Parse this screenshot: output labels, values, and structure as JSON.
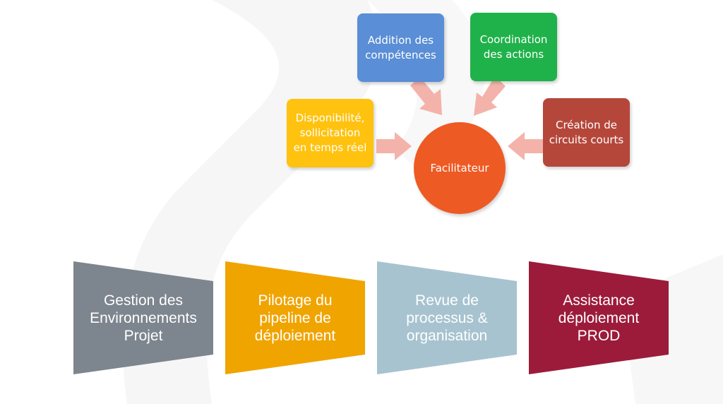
{
  "hub": {
    "label": "Facilitateur",
    "color": "#ee5a24"
  },
  "satellites": [
    {
      "label": "Addition des\ncompétences",
      "color": "#5a8ed6"
    },
    {
      "label": "Coordination\ndes actions",
      "color": "#1fb24a"
    },
    {
      "label": "Disponibilité,\nsollicitation\nen temps réel",
      "color": "#ffc20e"
    },
    {
      "label": "Création de\ncircuits courts",
      "color": "#b5473a"
    }
  ],
  "arrow_color": "#f4b3aa",
  "steps": [
    {
      "label": "Gestion des\nEnvironnements\nProjet",
      "color": "#7d858e"
    },
    {
      "label": "Pilotage du\npipeline de\ndéploiement",
      "color": "#f0a400"
    },
    {
      "label": "Revue de\nprocessus &\norganisation",
      "color": "#a7c3cf"
    },
    {
      "label": "Assistance\ndéploiement\nPROD",
      "color": "#9c1b3b"
    }
  ]
}
